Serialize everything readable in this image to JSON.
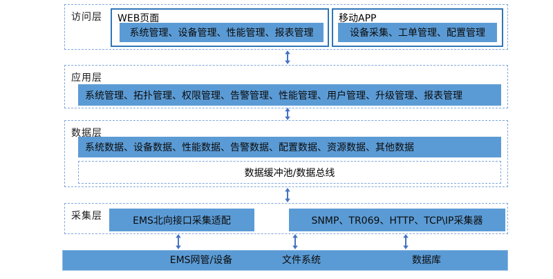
{
  "colors": {
    "bar_fill": "#5b9bd5",
    "solid_border": "#2e75b6",
    "dashed_border": "#7ea6d9",
    "arrow": "#4472c4",
    "text": "#000000"
  },
  "layers": {
    "access": {
      "label": "访问层",
      "web": {
        "title": "WEB页面",
        "items": "系统管理、设备管理、性能管理、报表管理"
      },
      "mobile": {
        "title": "移动APP",
        "items": "设备采集、工单管理、配置管理"
      }
    },
    "application": {
      "label": "应用层",
      "items": "系统管理、拓扑管理、权限管理、告警管理、性能管理、用户管理、升级管理、报表管理"
    },
    "data": {
      "label": "数据层",
      "items": "系统数据、设备数据、性能数据、告警数据、配置数据、资源数据、其他数据",
      "bus": "数据缓冲池/数据总线"
    },
    "collection": {
      "label": "采集层",
      "ems_adapter": "EMS北向接口采集适配",
      "collectors": "SNMP、TR069、HTTP、TCP\\IP采集器"
    },
    "bottom": {
      "items": [
        "EMS网管/设备",
        "文件系统",
        "数据库"
      ]
    }
  }
}
